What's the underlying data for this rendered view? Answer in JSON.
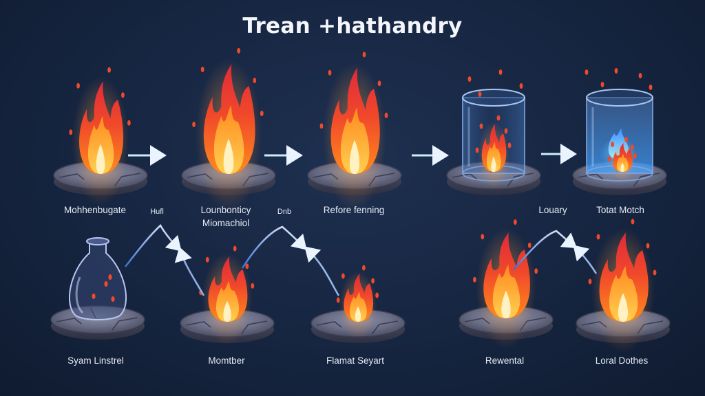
{
  "title": "Trean +hathandry",
  "row1": [
    {
      "label": "Mohhenbugate",
      "kind": "flame"
    },
    {
      "label": "Lounbonticy\nMiomachiol",
      "kind": "flame-large"
    },
    {
      "label": "Refore fenning",
      "kind": "flame"
    },
    {
      "label": "Louary",
      "kind": "jar-flame"
    },
    {
      "label": "Totat Motch",
      "kind": "jar-blue-flame"
    }
  ],
  "row2": [
    {
      "label": "Syam Linstrel",
      "kind": "vase"
    },
    {
      "label": "Momtber",
      "kind": "flame-medium"
    },
    {
      "label": "Flamat Seyart",
      "kind": "flame-small"
    },
    {
      "label": "Rewental",
      "kind": "flame-medium"
    },
    {
      "label": "Loral Dothes",
      "kind": "flame-medium"
    }
  ],
  "connector_labels": [
    "Hufl",
    "Dnb"
  ],
  "colors": {
    "background": "#162540",
    "stone": "#5a5d74",
    "flame_outer": "#e8322a",
    "flame_mid": "#ff7a1a",
    "flame_core": "#ffe7a0",
    "arrow": "#bfe6f2",
    "jar_blue": "#4aa8ff"
  }
}
